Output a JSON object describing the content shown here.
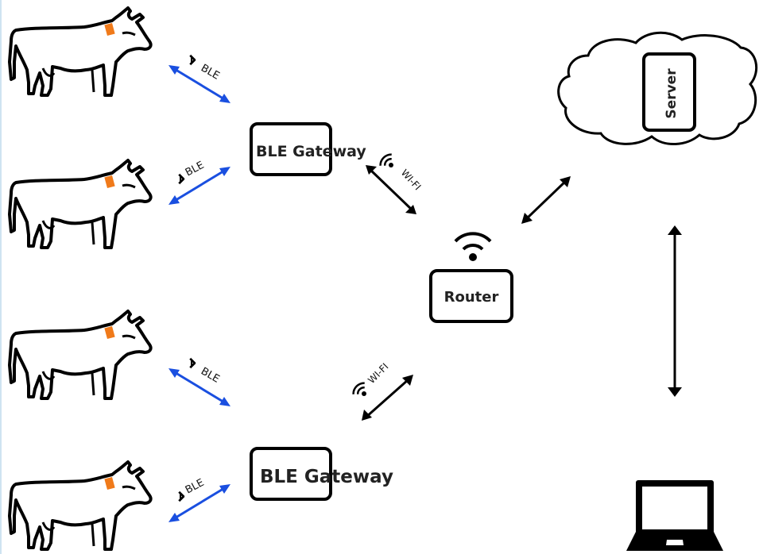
{
  "title": "BLE livestock monitoring network",
  "colors": {
    "ble_link": "#1a4fe0",
    "wifi_link": "#000000",
    "tag": "#f07a1a",
    "stroke": "#000000"
  },
  "cows": [
    {
      "label": "cow",
      "tag": "ble-tag"
    },
    {
      "label": "cow",
      "tag": "ble-tag"
    },
    {
      "label": "cow",
      "tag": "ble-tag"
    },
    {
      "label": "cow",
      "tag": "ble-tag"
    }
  ],
  "links": {
    "ble_label": "BLE",
    "wifi_label": "WI-FI"
  },
  "gateways": [
    {
      "label": "BLE Gateway"
    },
    {
      "label": "BLE Gateway"
    }
  ],
  "router": {
    "label": "Router"
  },
  "server": {
    "label": "Server"
  },
  "client": {
    "icon": "laptop-icon"
  }
}
